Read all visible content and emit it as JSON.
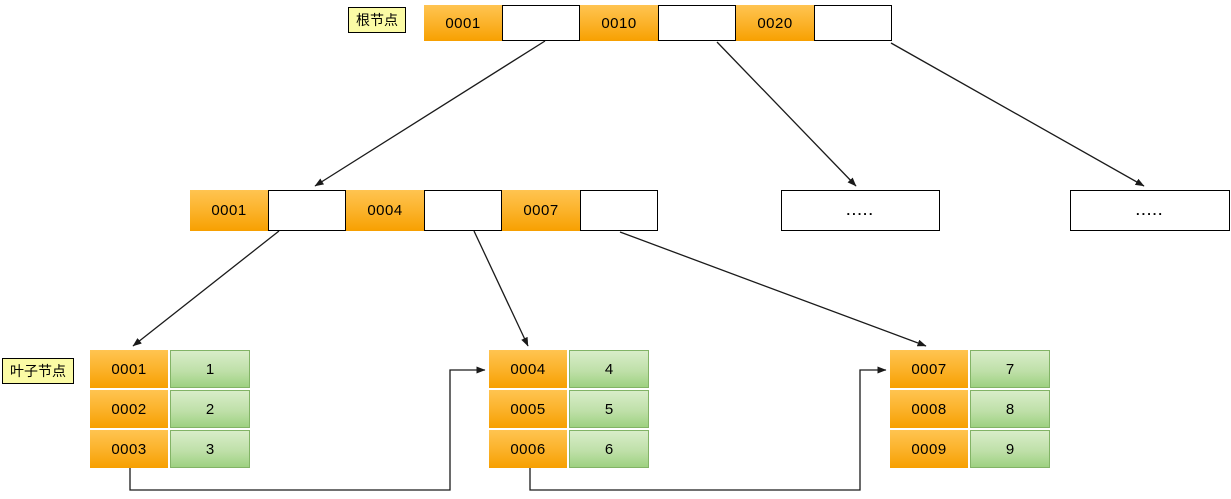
{
  "labels": {
    "root": "根节点",
    "leaf": "叶子节点"
  },
  "root_node": {
    "keys": [
      "0001",
      "0010",
      "0020"
    ]
  },
  "internal_node": {
    "keys": [
      "0001",
      "0004",
      "0007"
    ]
  },
  "collapsed_nodes": [
    ".....",
    "....."
  ],
  "leaf_nodes": [
    {
      "rows": [
        {
          "key": "0001",
          "value": "1"
        },
        {
          "key": "0002",
          "value": "2"
        },
        {
          "key": "0003",
          "value": "3"
        }
      ]
    },
    {
      "rows": [
        {
          "key": "0004",
          "value": "4"
        },
        {
          "key": "0005",
          "value": "5"
        },
        {
          "key": "0006",
          "value": "6"
        }
      ]
    },
    {
      "rows": [
        {
          "key": "0007",
          "value": "7"
        },
        {
          "key": "0008",
          "value": "8"
        },
        {
          "key": "0009",
          "value": "9"
        }
      ]
    }
  ],
  "colors": {
    "key_cell_orange_top": "#ffc451",
    "key_cell_orange_bottom": "#f7a000",
    "value_cell_green_top": "#d9edc9",
    "value_cell_green_bottom": "#9ed181",
    "value_cell_border": "#82b366",
    "label_background": "#fbfba5",
    "arrow_line": "#1a1a1a"
  }
}
